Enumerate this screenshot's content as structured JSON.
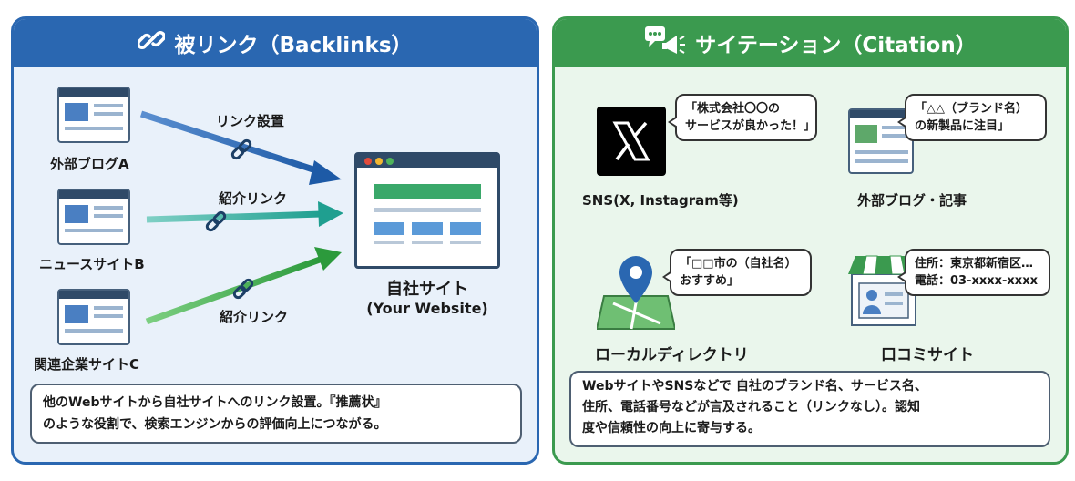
{
  "backlinks": {
    "title": "被リンク（Backlinks）",
    "sources": [
      "外部ブログA",
      "ニュースサイトB",
      "関連企業サイトC"
    ],
    "links": [
      "リンク設置",
      "紹介リンク",
      "紹介リンク"
    ],
    "target_line1": "自社サイト",
    "target_line2": "(Your Website)",
    "description_line1": "他のWebサイトから自社サイトへのリンク設置。『推薦状』",
    "description_line2": "のような役割で、検索エンジンからの評価向上につながる。",
    "colors": {
      "primary": "#2a67b1",
      "teal": "#2aa39a",
      "green": "#3aa24a"
    }
  },
  "citation": {
    "title": "サイテーション（Citation）",
    "sns": {
      "label": "SNS(X, Instagram等)",
      "bubble_line1": "「株式会社〇〇の",
      "bubble_line2": "サービスが良かった！」"
    },
    "blog": {
      "label": "外部ブログ・記事",
      "bubble_line1": "「△△（ブランド名）",
      "bubble_line2": "の新製品に注目」"
    },
    "directory": {
      "label": "ローカルディレクトリ",
      "bubble_line1": "「□□市の（自社名）",
      "bubble_line2": "おすすめ」"
    },
    "review": {
      "label": "口コミサイト",
      "bubble_line1": "住所：東京都新宿区…",
      "bubble_line2": "電話：03-xxxx-xxxx"
    },
    "description_line1": "WebサイトやSNSなどで 自社のブランド名、サービス名、",
    "description_line2": "住所、電話番号などが言及されること（リンクなし）。認知",
    "description_line3": "度や信頼性の向上に寄与する。",
    "colors": {
      "primary": "#3b9a4f"
    }
  }
}
